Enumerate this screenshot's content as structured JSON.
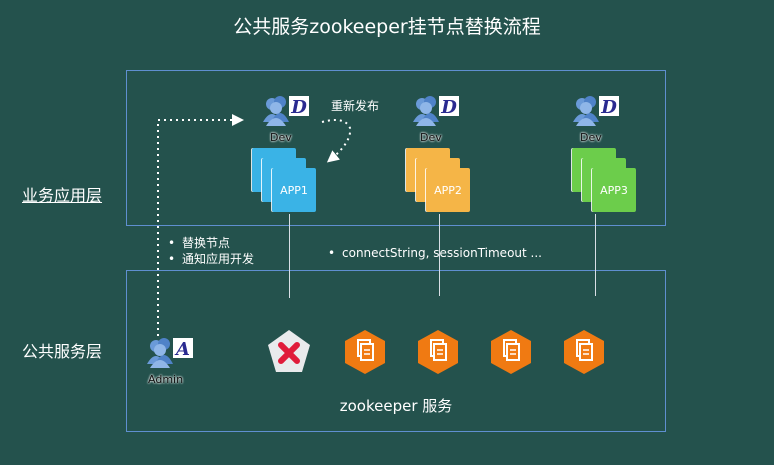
{
  "title": "公共服务zookeeper挂节点替换流程",
  "layers": {
    "business": {
      "label": "业务应用层"
    },
    "public": {
      "label": "公共服务层"
    }
  },
  "devs": [
    {
      "caption": "Dev",
      "badge": "D"
    },
    {
      "caption": "Dev",
      "badge": "D"
    },
    {
      "caption": "Dev",
      "badge": "D"
    }
  ],
  "apps": [
    {
      "label": "APP1",
      "color": "#3ab3e6"
    },
    {
      "label": "APP2",
      "color": "#f5b547"
    },
    {
      "label": "APP3",
      "color": "#6ccd4b"
    }
  ],
  "redeploy_label": "重新发布",
  "admin": {
    "caption": "Admin",
    "badge": "A"
  },
  "admin_notes": [
    "替换节点",
    "通知应用开发"
  ],
  "connect_note": "connectString, sessionTimeout ...",
  "service_label": "zookeeper 服务",
  "colors": {
    "background": "#24524d",
    "box_border": "#5f8fd0",
    "zk_node": "#f07a12",
    "failed_node": "#e9eaec",
    "failed_mark": "#e01b3a"
  },
  "zk_nodes": [
    {
      "status": "failed"
    },
    {
      "status": "ok"
    },
    {
      "status": "ok"
    },
    {
      "status": "ok"
    },
    {
      "status": "ok"
    }
  ]
}
